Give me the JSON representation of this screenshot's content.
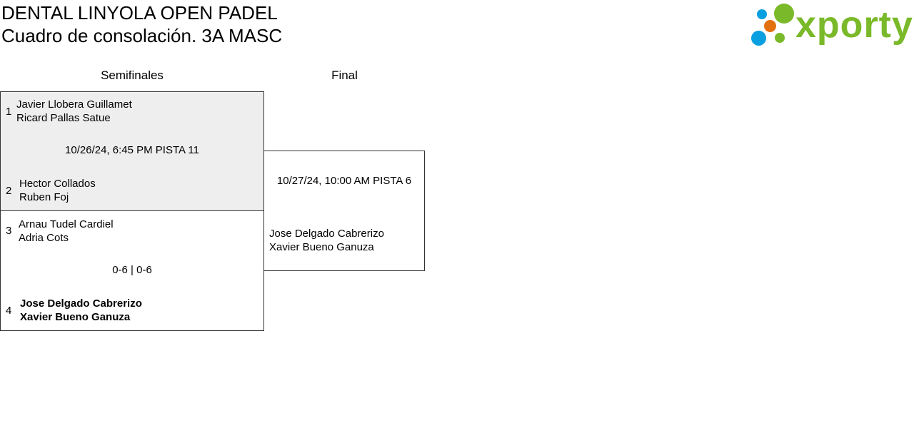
{
  "header": {
    "tournament": "DENTAL LINYOLA OPEN PADEL",
    "draw": "Cuadro de consolación. 3A MASC"
  },
  "logo": {
    "text": "xporty",
    "colors": {
      "green": "#7ab929",
      "blue": "#0a9fe0",
      "orange": "#e3700f"
    }
  },
  "rounds": [
    {
      "label": "Semifinales"
    },
    {
      "label": "Final"
    }
  ],
  "matches": [
    {
      "info": "10/26/24, 6:45 PM PISTA 11",
      "p1": {
        "seed": "1",
        "a": "Javier Llobera Guillamet",
        "b": "Ricard Pallas Satue"
      },
      "p2": {
        "seed": "2",
        "a": "Hector Collados",
        "b": "Ruben Foj"
      }
    },
    {
      "info": "0-6 | 0-6",
      "p1": {
        "seed": "3",
        "a": "Arnau Tudel Cardiel",
        "b": "Adria Cots"
      },
      "p2": {
        "seed": "4",
        "a": "Jose Delgado Cabrerizo",
        "b": "Xavier Bueno Ganuza"
      }
    },
    {
      "info": "10/27/24, 10:00 AM PISTA 6",
      "p2": {
        "a": "Jose Delgado Cabrerizo",
        "b": "Xavier Bueno Ganuza"
      }
    }
  ]
}
